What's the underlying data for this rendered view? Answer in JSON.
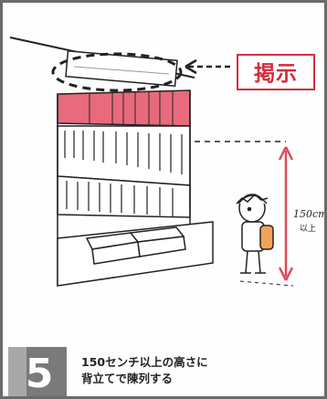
{
  "label": {
    "text": "掲示"
  },
  "measurement": {
    "value": "150cm",
    "suffix": "以上"
  },
  "step": {
    "number": "5"
  },
  "caption": {
    "line1": "150センチ以上の高さに",
    "line2": "背立てで陳列する"
  },
  "colors": {
    "accent": "#d42a3c",
    "arrow": "#e04a5a",
    "ink": "#333333"
  }
}
